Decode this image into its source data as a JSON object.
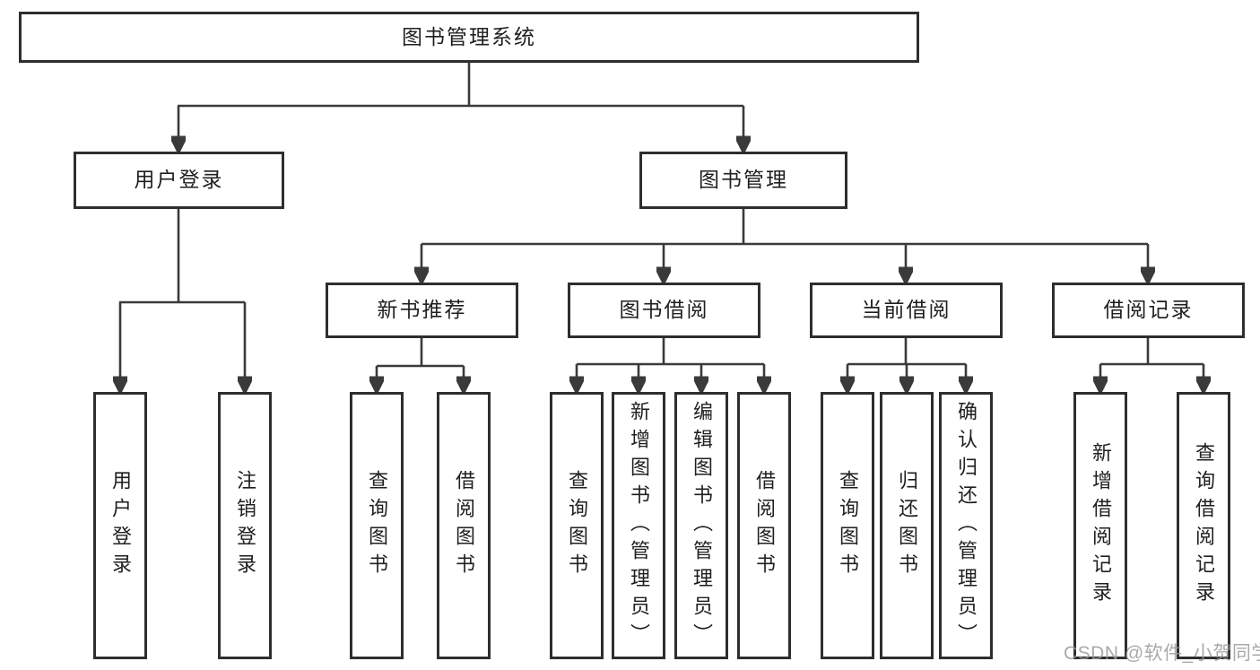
{
  "diagram": {
    "title": "图书管理系统",
    "nodes": {
      "root": "图书管理系统",
      "user_login_group": "用户登录",
      "book_mgmt_group": "图书管理",
      "user_login": "用户登录",
      "logout": "注销登录",
      "new_book_rec": "新书推荐",
      "book_borrow": "图书借阅",
      "current_borrow": "当前借阅",
      "borrow_records": "借阅记录",
      "nbr_query_book": "查询图书",
      "nbr_borrow_book": "借阅图书",
      "bb_query_book": "查询图书",
      "bb_add_book": "新增图书（管理员）",
      "bb_edit_book": "编辑图书（管理员）",
      "bb_borrow_book": "借阅图书",
      "cb_query_book": "查询图书",
      "cb_return_book": "归还图书",
      "cb_confirm_return": "确认归还（管理员）",
      "br_add_record": "新增借阅记录",
      "br_query_record": "查询借阅记录"
    }
  },
  "watermark": {
    "text": "CSDN @软件_小贺同学"
  },
  "colors": {
    "background": "#ffffff",
    "line": "#3a3a3a",
    "border": "#2e2e2e",
    "text": "#1f1f1f",
    "watermark": "#9b9b9b"
  }
}
